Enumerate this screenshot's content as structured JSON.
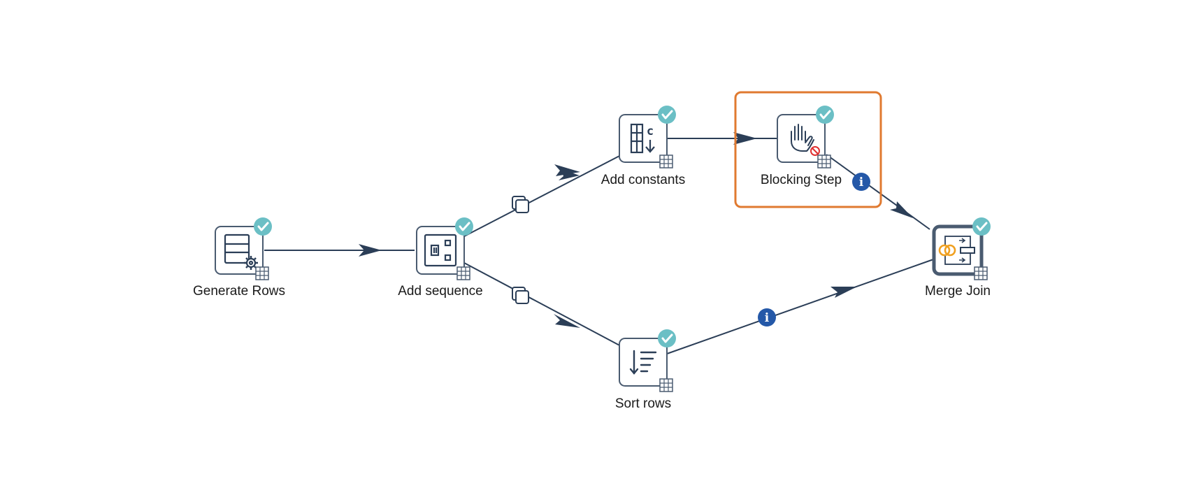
{
  "canvas": {
    "background": "#ffffff"
  },
  "colors": {
    "hop": "#2b3e57",
    "step_border": "#4a5b70",
    "check_badge": "#6bbfc5",
    "info_badge": "#2458a8",
    "highlight": "#e07a30",
    "merge_rings": "#f0a020",
    "no_entry": "#e03030"
  },
  "steps": [
    {
      "id": "generate-rows",
      "label": "Generate Rows",
      "icon": "generate-rows-icon",
      "status": "check"
    },
    {
      "id": "add-sequence",
      "label": "Add sequence",
      "icon": "add-sequence-icon",
      "status": "check"
    },
    {
      "id": "add-constants",
      "label": "Add constants",
      "icon": "add-constants-icon",
      "status": "check"
    },
    {
      "id": "blocking-step",
      "label": "Blocking Step",
      "icon": "blocking-step-icon",
      "status": "check",
      "highlighted": true
    },
    {
      "id": "sort-rows",
      "label": "Sort rows",
      "icon": "sort-rows-icon",
      "status": "check"
    },
    {
      "id": "merge-join",
      "label": "Merge Join",
      "icon": "merge-join-icon",
      "status": "check"
    }
  ],
  "hops": [
    {
      "from": "generate-rows",
      "to": "add-sequence",
      "marker": "none"
    },
    {
      "from": "add-sequence",
      "to": "add-constants",
      "marker": "copy"
    },
    {
      "from": "add-sequence",
      "to": "sort-rows",
      "marker": "copy"
    },
    {
      "from": "add-constants",
      "to": "blocking-step",
      "marker": "none"
    },
    {
      "from": "blocking-step",
      "to": "merge-join",
      "marker": "info"
    },
    {
      "from": "sort-rows",
      "to": "merge-join",
      "marker": "info"
    }
  ],
  "badges": {
    "check_icon": "check-icon",
    "info_icon": "info-icon",
    "copy_icon": "copy-rows-icon",
    "table_icon": "table-grid-icon",
    "info_glyph": "i"
  }
}
